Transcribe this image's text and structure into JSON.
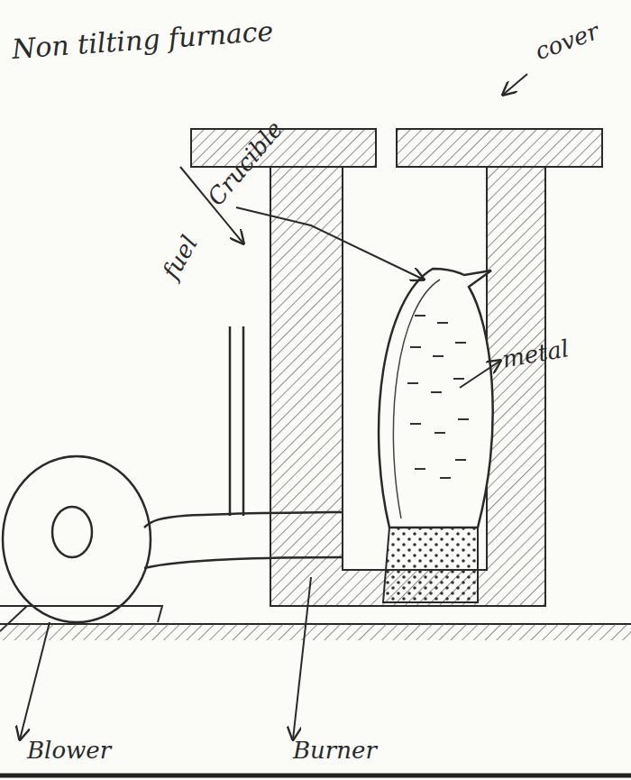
{
  "diagram": {
    "title": "Non tilting furnace",
    "labels": [
      "cover",
      "Crucible",
      "fuel",
      "metal",
      "Blower",
      "Burner"
    ]
  }
}
